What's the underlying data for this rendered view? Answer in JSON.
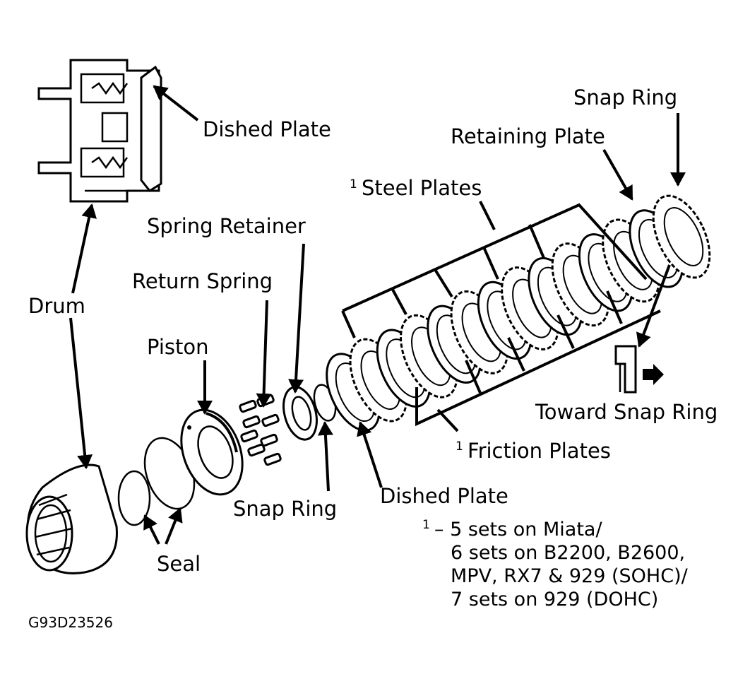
{
  "labels": {
    "dished_plate_top": "Dished Plate",
    "snap_ring_top": "Snap Ring",
    "retaining_plate": "Retaining Plate",
    "steel_plates": "Steel Plates",
    "steel_plates_sup": "1",
    "spring_retainer": "Spring Retainer",
    "return_spring": "Return Spring",
    "drum": "Drum",
    "piston": "Piston",
    "toward_snap_ring": "Toward Snap Ring",
    "friction_plates": "Friction Plates",
    "friction_plates_sup": "1",
    "dished_plate_bottom": "Dished Plate",
    "snap_ring_bottom": "Snap Ring",
    "seal": "Seal"
  },
  "footnote": {
    "marker": "1",
    "line1": "– 5 sets on Miata/",
    "line2": "6 sets on B2200, B2600,",
    "line3": "MPV, RX7 & 929 (SOHC)/",
    "line4": "7 sets on 929 (DOHC)"
  },
  "figure_code": "G93D23526"
}
